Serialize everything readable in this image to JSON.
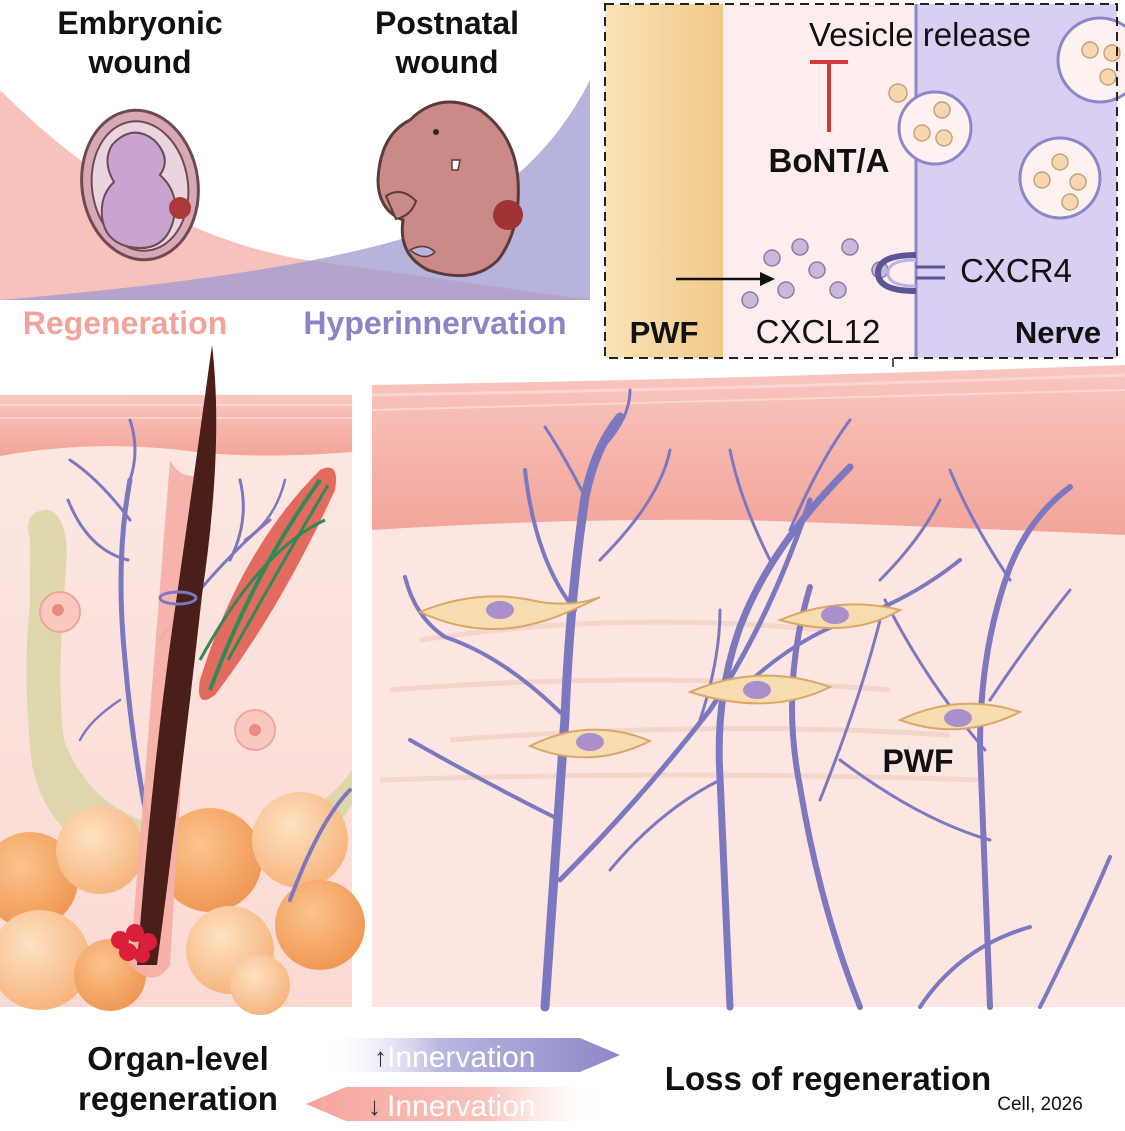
{
  "top": {
    "embryonic_label": [
      "Embryonic",
      "wound"
    ],
    "postnatal_label": [
      "Postnatal",
      "wound"
    ],
    "regeneration": "Regeneration",
    "hyperinnervation": "Hyperinnervation"
  },
  "inset": {
    "vesicle_release": "Vesicle release",
    "bont": "BoNT/A",
    "cxcr4": "CXCR4",
    "cxcl12": "CXCL12",
    "pwf": "PWF",
    "nerve": "Nerve"
  },
  "panel": {
    "pwf": "PWF"
  },
  "bottom": {
    "organ_level": [
      "Organ-level",
      "regeneration"
    ],
    "innervation_up": "Innervation",
    "innervation_down": "Innervation",
    "loss": "Loss of regeneration",
    "citation": "Cell, 2026"
  },
  "colors": {
    "regeneration": "#f4a9a3",
    "hyperinnervation": "#8a86c6",
    "nerve": "#7b78c0",
    "skin_epidermis": "#f6b7b0",
    "dermis": "#fde6e1",
    "fibroblast": "#f7dcb0",
    "pwf_band": "#f5d49a",
    "nerve_bg": "#d7cdf2"
  }
}
